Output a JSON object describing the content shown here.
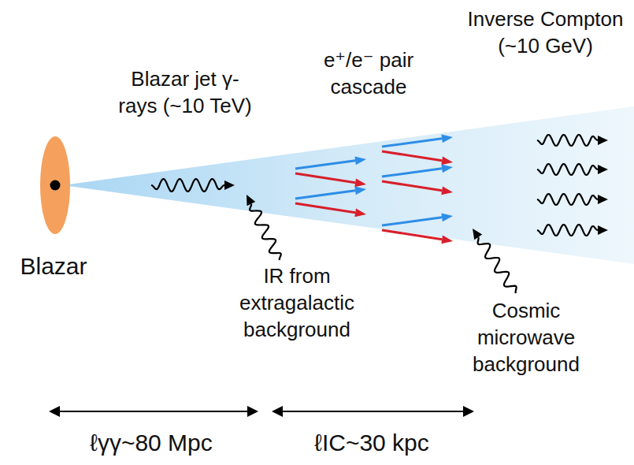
{
  "diagram": {
    "labels": [
      "Blazar",
      "Blazar jet γ-rays (~10 TeV)",
      "e⁺/e⁻ pair cascade",
      "Inverse Compton (~10 GeV)",
      "IR from extragalactic background",
      "Cosmic microwave background",
      "ℓγγ~80 Mpc",
      "ℓIC~30 kpc"
    ]
  }
}
